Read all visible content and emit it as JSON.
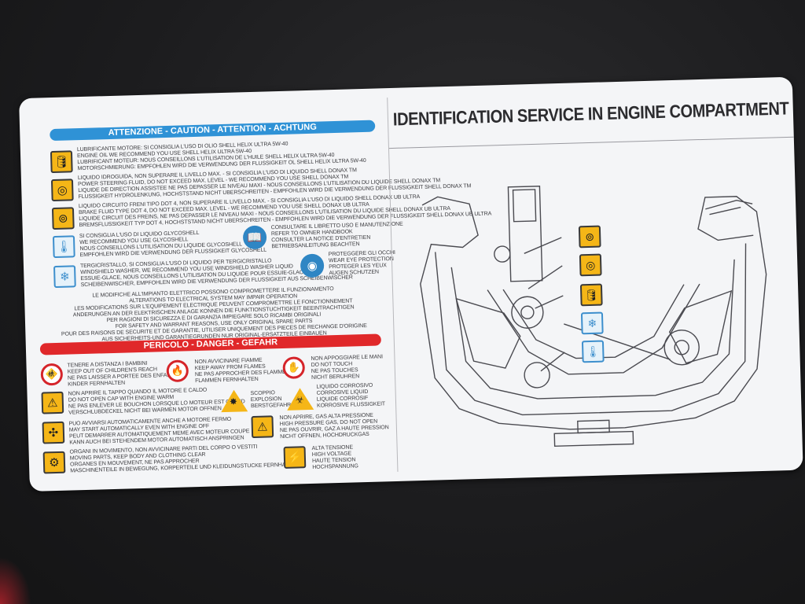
{
  "left_panel": {
    "caution_header": "ATTENZIONE - CAUTION - ATTENTION - ACHTUNG",
    "engine_oil": [
      "LUBRIFICANTE MOTORE: SI CONSIGLIA L'USO DI OLIO SHELL HELIX ULTRA 5W-40",
      "ENGINE OIL WE RECOMMEND YOU USE SHELL HELIX ULTRA 5W-40",
      "LUBRIFICANT MOTEUR: NOUS CONSEILLONS L'UTILISATION DE L'HUILE SHELL HELIX ULTRA 5W-40",
      "MOTORSCHMIERUNG: EMPFOHLEN WIRD DIE VERWENDUNG DER FLUSSIGKEIT OL SHELL HELIX ULTRA 5W-40"
    ],
    "power_steering": [
      "LIQUIDO IDROGUIDA, NON SUPERARE IL LIVELLO MAX. - SI CONSIGLIA L'USO DI LIQUIDO SHELL DONAX TM",
      "POWER STEERING FLUID, DO NOT EXCEED MAX. LEVEL - WE RECOMMEND YOU USE SHELL DONAX TM",
      "LIQUIDE DE DIRECTION ASSISTEE NE PAS DEPASSER LE NIVEAU MAXI - NOUS CONSEILLONS L'UTILISATION DU LIQUIDE SHELL DONAX TM",
      "FLUSSIGKEIT HYDROLENKUNG, HOCHSTSTAND NICHT UBERSCHREITEN - EMPFOHLEN WIRD DIE VERWENDUNG DER FLUSSIGKEIT SHELL DONAX TM"
    ],
    "brake_fluid": [
      "LIQUIDO CIRCUITO FRENI TIPO DOT 4, NON SUPERARE IL LIVELLO MAX. - SI CONSIGLIA L'USO DI LIQUIDO SHELL DONAX UB ULTRA",
      "BRAKE FLUID TYPE DOT 4, DO NOT EXCEED MAX. LEVEL - WE RECOMMEND YOU USE SHELL DONAX UB ULTRA",
      "LIQUIDE CIRCUIT DES FREINS, NE PAS DEPASSER LE NIVEAU MAXI - NOUS CONSEILLONS L'UTILISATION DU LIQUIDE SHELL DONAX UB ULTRA",
      "BREMSFLUSSIGKEIT TYP DOT 4, HOCHSTSTAND NICHT UBERSCHREITEN - EMPFOHLEN WIRD DIE VERWENDUNG DER FLUSSIGKEIT SHELL DONAX UB ULTRA"
    ],
    "coolant": [
      "SI CONSIGLIA L'USO DI LIQUIDO GLYCOSHELL",
      "WE RECOMMEND YOU USE GLYCOSHELL",
      "NOUS CONSEILLONS L'UTILISATION DU LIQUIDE GLYCOSHELL",
      "EMPFOHLEN WIRD DIE VERWENDUNG DER FLUSSIGKEIT GLYCOSHELL"
    ],
    "handbook": [
      "CONSULTARE IL LIBRETTO USO E MANUTENZIONE",
      "REFER TO OWNER HANDBOOK",
      "CONSULTER LA NOTICE D'ENTRETIEN",
      "BETRIEBSANLEITUNG BEACHTEN"
    ],
    "washer": [
      "TERGICRISTALLO, SI CONSIGLIA L'USO DI LIQUIDO PER TERGICRISTALLO",
      "WINDSHIELD WASHER, WE RECOMMEND YOU USE WINDSHIELD WASHER LIQUID",
      "ESSUIE-GLACE, NOUS CONSEILLONS L'UTILISATION DU LIQUIDE POUR ESSUIE-GLACE",
      "SCHEIBENWISCHER, EMPFOHLEN WIRD DIE VERWENDUNG DER FLUSSIGKEIT AUS SCHEIBENWISCHER"
    ],
    "eye_protection": [
      "PROTEGGERE GLI OCCHI",
      "WEAR EYE PROTECTION",
      "PROTEGER LES YEUX",
      "AUGEN SCHUTZEN"
    ],
    "electrical": [
      "LE MODIFICHE ALL'IMPIANTO ELETTRICO POSSONO COMPROMETTERE IL FUNZIONAMENTO",
      "ALTERATIONS TO ELECTRICAL SYSTEM MAY IMPAIR OPERATION",
      "LES MODIFICATIONS SUR L'EQUIPEMENT ELECTRIQUE PEUVENT COMPROMETTRE LE FONCTIONNEMENT",
      "ANDERUNGEN AN DER ELEKTRISCHEN ANLAGE KONNEN DIE FUNKTIONSTUCHTIGKEIT BEEINTRACHTIGEN"
    ],
    "spare_parts": [
      "PER RAGIONI DI SICUREZZA E DI GARANZIA IMPIEGARE SOLO RICAMBI ORIGINALI",
      "FOR SAFETY AND WARRANT REASONS, USE ONLY ORIGINAL SPARE PARTS",
      "POUR DES RAISONS DE SECURITE ET DE GARANTIE, UTILISER UNIQUEMENT DES PIECES DE RECHANGE D'ORIGINE",
      "AUS SICHERHEITS-UND GARANTIEGRUNDEN NUR ORIGINAL-ERSATZTEILE EINBAUEN"
    ],
    "danger_header": "PERICOLO - DANGER - GEFAHR",
    "children": [
      "TENERE A DISTANZA I BAMBINI",
      "KEEP OUT OF CHILDREN'S REACH",
      "NE PAS LAISSER A PORTEE DES ENFANTS",
      "KINDER FERNHALTEN"
    ],
    "flames": [
      "NON AVVICINARE FIAMME",
      "KEEP AWAY FROM FLAMES",
      "NE PAS APPROCHER DES FLAMMES",
      "FLAMMEN FERNHALTEN"
    ],
    "hands": [
      "NON APPOGGIARE LE MANI",
      "DO NOT TOUCH",
      "NE PAS TOUCHES",
      "NICHT BERUHREN"
    ],
    "hot_cap": [
      "NON APRIRE IL TAPPO QUANDO IL MOTORE E CALDO",
      "DO NOT OPEN CAP WITH ENGINE WARM",
      "NE PAS ENLEVER LE BOUCHON LORSQUE LO MOTEUR EST CHAUD",
      "VERSCHLUBDECKEL NICHT BEI WARMEN MOTOR OFFNEN"
    ],
    "explosion": [
      "SCOPPIO",
      "EXPLOSION",
      "BERSTGEFAHR"
    ],
    "corrosive": [
      "LIQUIDO CORROSIVO",
      "CORROSIVE LIQUID",
      "LIQUIDE CORROSIF",
      "KORROSIVE FLUSSIGKEIT"
    ],
    "auto_start": [
      "PUO AVVIARSI AUTOMATICAMENTE ANCHE A MOTORE FERMO",
      "MAY START AUTOMATICALLY EVEN WITH ENGINE OFF",
      "PEUT DEMARRER AUTOMATIQUEMENT MEME AVEC MOTEUR COUPE",
      "KANN AUCH BEI STEHENDEM MOTOR AUTOMATISCH ANSPRINGEN"
    ],
    "pressure": [
      "NON APRIRE, GAS ALTA PRESSIONE",
      "HIGH PRESSURE GAS, DO NOT OPEN",
      "NE PAS OUVRIR, GAZ A HAUTE PRESSION",
      "NICHT OFFNEN, HOCHDRUCKGAS"
    ],
    "moving": [
      "ORGANI IN MOVIMENTO, NON AVVICINARE PARTI DEL CORPO O VESTITI",
      "MOVING PARTS, KEEP BODY AND CLOTHING CLEAR",
      "ORGANES EN MOUVEMENT, NE PAS APPROCHER",
      "MASCHINENTEILE IN BEWEGUNG, KORPERTEILE UND KLEIDUNGSTUCKE FERNHALTEN"
    ],
    "voltage": [
      "ALTA TENSIONE",
      "HIGH VOLTAGE",
      "HAUTE TENSION",
      "HOCHSPANNUNG"
    ]
  },
  "right_panel": {
    "title": "IDENTIFICATION SERVICE IN ENGINE COMPARTMENT"
  },
  "colors": {
    "caution_blue": "#2f92d6",
    "danger_red": "#e0282a",
    "warning_yellow": "#f5b617"
  }
}
